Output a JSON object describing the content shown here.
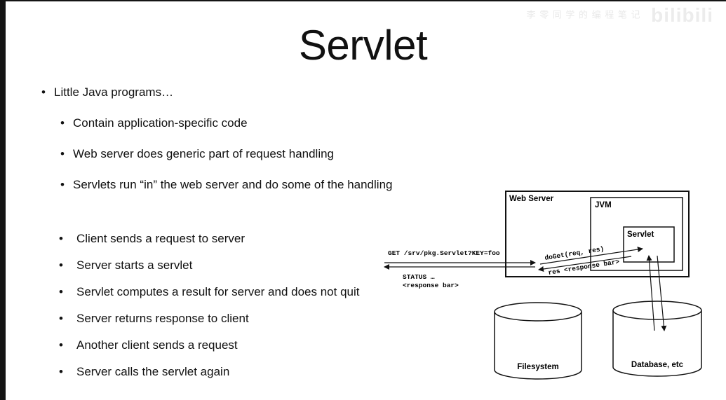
{
  "watermark": {
    "text": "李 零 同 学 的 编 程 笔 记",
    "logo": "bilibili"
  },
  "slide": {
    "title": "Servlet",
    "bullets_top": [
      "Little Java programs…",
      "Contain application-specific code",
      "Web server does generic part of request handling",
      "Servlets run “in” the web server and do some of the handling"
    ],
    "bullets_bottom": [
      "Client sends a request to server",
      "Server starts a servlet",
      "Servlet computes a result for server and does not quit",
      "Server returns response to client",
      "Another client sends a request",
      "Server calls the servlet again"
    ],
    "bullet_symbol": "•"
  },
  "diagram": {
    "web_server": "Web Server",
    "jvm": "JVM",
    "servlet": "Servlet",
    "request": "GET /srv/pkg.Servlet?KEY=foo",
    "status": "STATUS …",
    "response_body": "<response bar>",
    "doget": "doGet(req, res)",
    "res_response": "res <response bar>",
    "filesystem": "Filesystem",
    "database": "Database, etc"
  }
}
